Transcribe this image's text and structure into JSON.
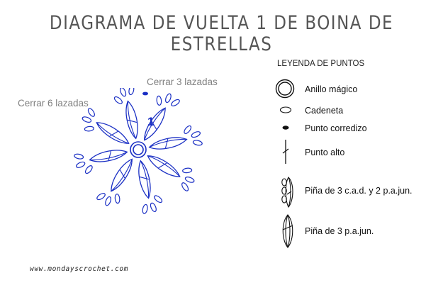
{
  "title": "DIAGRAMA DE VUELTA 1 DE BOINA DE ESTRELLAS",
  "diagram": {
    "label_close_six": "Cerrar 6 lazadas",
    "label_close_three": "Cerrar 3 lazadas",
    "round_number": "1",
    "petal_count": 8,
    "ink_color": "#1a2fc4",
    "label_color": "#808080"
  },
  "legend": {
    "heading": "LEYENDA DE PUNTOS",
    "items": [
      {
        "symbol": "magic-ring-icon",
        "label": "Anillo mágico"
      },
      {
        "symbol": "chain-stitch-icon",
        "label": "Cadeneta"
      },
      {
        "symbol": "slip-stitch-icon",
        "label": "Punto corredizo"
      },
      {
        "symbol": "double-crochet-icon",
        "label": "Punto alto"
      },
      {
        "symbol": "puff-cluster-3-2-icon",
        "label": "Piña de 3 c.a.d. y 2 p.a.jun."
      },
      {
        "symbol": "puff-cluster-3-icon",
        "label": "Piña de 3 p.a.jun."
      }
    ]
  },
  "footer": {
    "website": "www.mondayscrochet.com"
  }
}
